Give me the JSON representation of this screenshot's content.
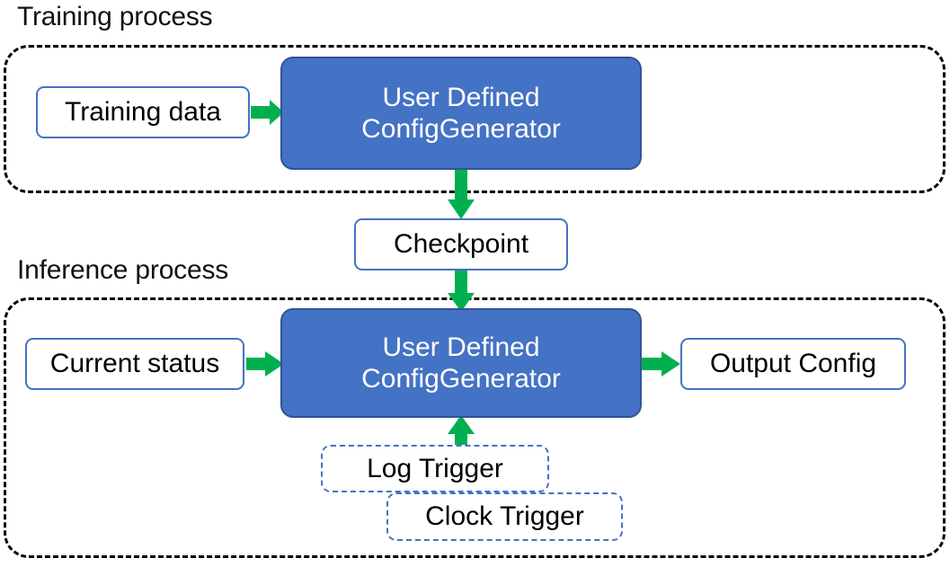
{
  "diagram": {
    "title_training": "Training process",
    "title_inference": "Inference process",
    "accent_green": "#00B050",
    "accent_blue": "#4472C4",
    "container_border": "#000000"
  },
  "training": {
    "caption": "Training process",
    "nodes": {
      "training_data": "Training data",
      "generator": "User Defined\nConfigGenerator",
      "generator_line1": "User Defined",
      "generator_line2": "ConfigGenerator"
    }
  },
  "bridge": {
    "checkpoint": "Checkpoint"
  },
  "inference": {
    "caption": "Inference process",
    "nodes": {
      "current_status": "Current status",
      "generator_line1": "User Defined",
      "generator_line2": "ConfigGenerator",
      "output_config": "Output Config",
      "log_trigger": "Log Trigger",
      "clock_trigger": "Clock Trigger"
    }
  },
  "arrows": [
    {
      "name": "training-data-to-generator",
      "from": "Training data",
      "to": "User Defined ConfigGenerator",
      "direction": "right"
    },
    {
      "name": "generator-to-checkpoint",
      "from": "User Defined ConfigGenerator",
      "to": "Checkpoint",
      "direction": "down"
    },
    {
      "name": "checkpoint-to-inference-generator",
      "from": "Checkpoint",
      "to": "User Defined ConfigGenerator",
      "direction": "down"
    },
    {
      "name": "current-status-to-generator",
      "from": "Current status",
      "to": "User Defined ConfigGenerator",
      "direction": "right"
    },
    {
      "name": "generator-to-output-config",
      "from": "User Defined ConfigGenerator",
      "to": "Output Config",
      "direction": "right"
    },
    {
      "name": "triggers-to-generator",
      "from": "Log Trigger / Clock Trigger",
      "to": "User Defined ConfigGenerator",
      "direction": "up"
    }
  ]
}
